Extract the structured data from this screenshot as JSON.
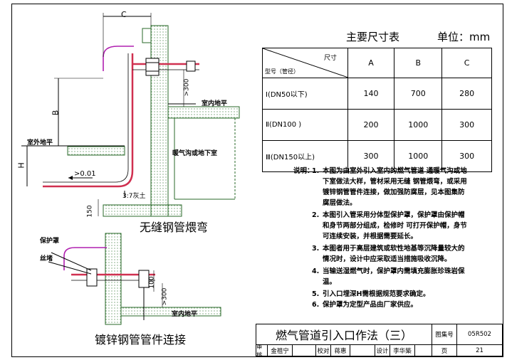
{
  "drawing": {
    "top_view": {
      "label_c": "C",
      "label_b": "B",
      "label_h": "H",
      "label_outdoor_ground": "室外地平",
      "label_indoor_ground": "室内地平",
      "label_trench": "暖气沟或地下室",
      "label_slope": ">0.01",
      "label_soil": "3:7灰土",
      "label_300": ">300",
      "label_150": "150",
      "caption": "无缝钢管煨弯"
    },
    "bottom_view": {
      "label_guard": "保护罩",
      "label_thread": "丝堵",
      "label_100": "100",
      "label_300": ">300",
      "label_indoor_ground": "室内地平",
      "caption": "镀锌钢管管件连接"
    }
  },
  "table": {
    "title": "主要尺寸表",
    "unit": "单位：mm",
    "header_top": "尺寸",
    "header_bottom": "型号（管径）",
    "columns": [
      "A",
      "B",
      "C"
    ],
    "rows": [
      {
        "model": "Ⅰ(DN50以下)",
        "values": [
          "140",
          "700",
          "280"
        ]
      },
      {
        "model": "Ⅱ(DN100 )",
        "values": [
          "200",
          "1000",
          "300"
        ]
      },
      {
        "model": "Ⅲ(DN150以上)",
        "values": [
          "300",
          "1000",
          "300"
        ]
      }
    ]
  },
  "notes": {
    "heading": "说明：",
    "items": [
      {
        "num": "1.",
        "lines": [
          "本图为由室外引入室内的燃气管道 通暖气沟或地",
          "下室做法大样，管材采用无缝 钢管煨弯，或采用",
          "镀锌钢管管件连接，做加强防腐层，见本图集防",
          "腐层做法。"
        ]
      },
      {
        "num": "2.",
        "lines": [
          "本图引入管采用分体型保护罩，保护罩由保护帽",
          "和身节两部分组成，检修时 可打开保护帽，身节",
          "可连续安装，并根据需要延长。"
        ]
      },
      {
        "num": "3.",
        "lines": [
          "本图者用于高层建筑或软性地基等沉降量较大的",
          "情况时，设计中应采取适当措施吸收沉降。"
        ]
      },
      {
        "num": "4.",
        "lines": [
          "当输送湿燃气时，保护罩内需填充膨胀珍珠岩保",
          "温。"
        ]
      },
      {
        "num": "5.",
        "lines": [
          "引入口埋深H需根据规范要求确定。"
        ]
      },
      {
        "num": "6.",
        "lines": [
          "保护罩为定型产品由厂家供应。"
        ]
      }
    ]
  },
  "title_block": {
    "title": "燃气管道引入口作法（三）",
    "atlas_label": "图集号",
    "atlas_no": "05R502",
    "page_label": "页",
    "page_no": "21",
    "review_label": "审核",
    "review_name": "金祖宁",
    "check_label": "校对",
    "check_name": "蒋惠",
    "design_label": "设计",
    "design_name": "李华築"
  }
}
